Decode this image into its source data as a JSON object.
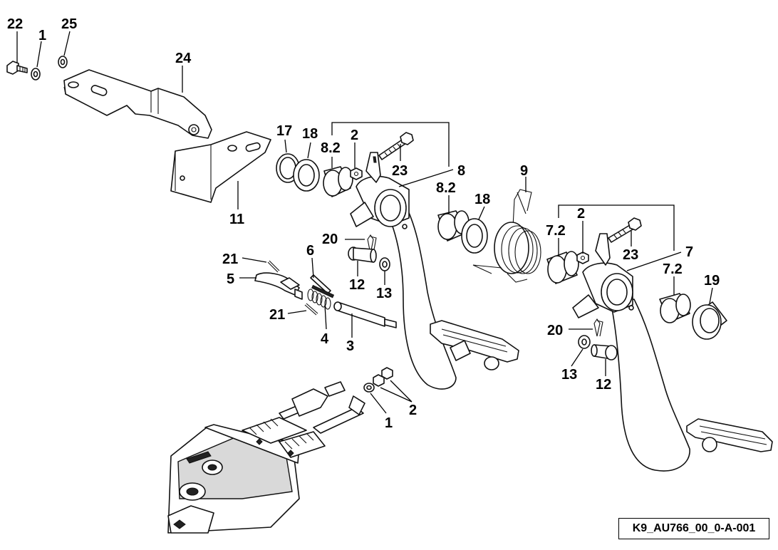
{
  "callouts": {
    "c22": "22",
    "c1a": "1",
    "c25": "25",
    "c24": "24",
    "c11": "11",
    "c17": "17",
    "c18a": "18",
    "c8_2a": "8.2",
    "c2a": "2",
    "c23a": "23",
    "c8": "8",
    "c9": "9",
    "c8_2b": "8.2",
    "c18b": "18",
    "c20a": "20",
    "c6": "6",
    "c21a": "21",
    "c5": "5",
    "c12a": "12",
    "c13a": "13",
    "c21b": "21",
    "c4": "4",
    "c3": "3",
    "c7_2a": "7.2",
    "c2b": "2",
    "c23b": "23",
    "c7": "7",
    "c7_2b": "7.2",
    "c19": "19",
    "c20b": "20",
    "c13b": "13",
    "c12b": "12",
    "c1b": "1",
    "c2c": "2"
  },
  "drawing_reference": "K9_AU766_00_0-A-001"
}
